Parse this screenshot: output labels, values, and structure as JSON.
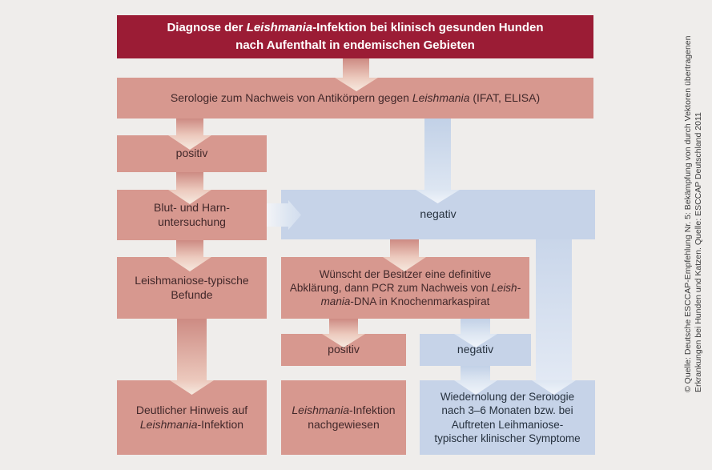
{
  "title": {
    "lines": [
      [
        {
          "t": "Diagnose der "
        },
        {
          "t": "Leishmania",
          "i": true
        },
        {
          "t": "-Infektion bei klinisch gesunden Hunden"
        }
      ],
      [
        {
          "t": "nach Aufenthalt in endemischen Gebieten"
        }
      ]
    ]
  },
  "boxes": {
    "serology": {
      "lines": [
        [
          {
            "t": "Serologie zum Nachweis von Antikörpern gegen "
          },
          {
            "t": "Leishmania",
            "i": true
          },
          {
            "t": " (IFAT, ELISA)"
          }
        ]
      ]
    },
    "positiv1": {
      "label": "positiv"
    },
    "blut": {
      "lines": [
        [
          {
            "t": "Blut- und Harn-"
          }
        ],
        [
          {
            "t": "untersuchung"
          }
        ]
      ]
    },
    "negativ1": {
      "label": "negativ"
    },
    "leishtyp": {
      "lines": [
        [
          {
            "t": "Leishmaniose-typische"
          }
        ],
        [
          {
            "t": "Befunde"
          }
        ]
      ]
    },
    "wunscht": {
      "lines": [
        [
          {
            "t": "Wünscht der Besitzer eine definitive"
          }
        ],
        [
          {
            "t": "Abklärung, dann PCR zum Nachweis von "
          },
          {
            "t": "Leish-",
            "i": true
          }
        ],
        [
          {
            "t": "mania",
            "i": true
          },
          {
            "t": "-DNA in Knochenmarkaspirat"
          }
        ]
      ]
    },
    "positiv2": {
      "label": "positiv"
    },
    "negativ2": {
      "label": "negativ"
    },
    "deutlicher": {
      "lines": [
        [
          {
            "t": "Deutlicher Hinweis auf"
          }
        ],
        [
          {
            "t": "Leishmania",
            "i": true
          },
          {
            "t": "-Infektion"
          }
        ]
      ]
    },
    "nachgewiesen": {
      "lines": [
        [
          {
            "t": "Leishmania",
            "i": true
          },
          {
            "t": "-Infektion"
          }
        ],
        [
          {
            "t": "nachgewiesen"
          }
        ]
      ]
    },
    "wiederholung": {
      "lines": [
        [
          {
            "t": "Wiederholung der Serologie"
          }
        ],
        [
          {
            "t": "nach 3–6 Monaten bzw. bei"
          }
        ],
        [
          {
            "t": "Auftreten Leihmaniose-"
          }
        ],
        [
          {
            "t": "typischer klinischer Symptome"
          }
        ]
      ]
    }
  },
  "source_note": {
    "line1": "© Quelle: Deutsche ESCCAP-Empfehlung Nr. 5: Bekämpfung von durch Vektoren übertragenen",
    "line2": "Erkrankungen bei Hunden und Katzen. Quelle: ESCCAP Deutschland 2011"
  },
  "colors": {
    "bg": "#efedeb",
    "header-bg": "#9b1c35",
    "pink-bg": "#d7988f",
    "pink-text": "#42282a",
    "pink-band-start": "#cd8b83",
    "pink-band-end": "#ecc9bd",
    "pink-tip": "#f6e9df",
    "blue-bg": "#c6d3e8",
    "blue-text": "#27323f",
    "blue-band-start": "#c2d1e7",
    "blue-band-end": "#dde6f2",
    "blue-tip": "#f0f4fa",
    "arrow-light-start": "#f3f4f7",
    "arrow-light-end": "#dce5f1",
    "source-text": "#3c3c3c"
  }
}
